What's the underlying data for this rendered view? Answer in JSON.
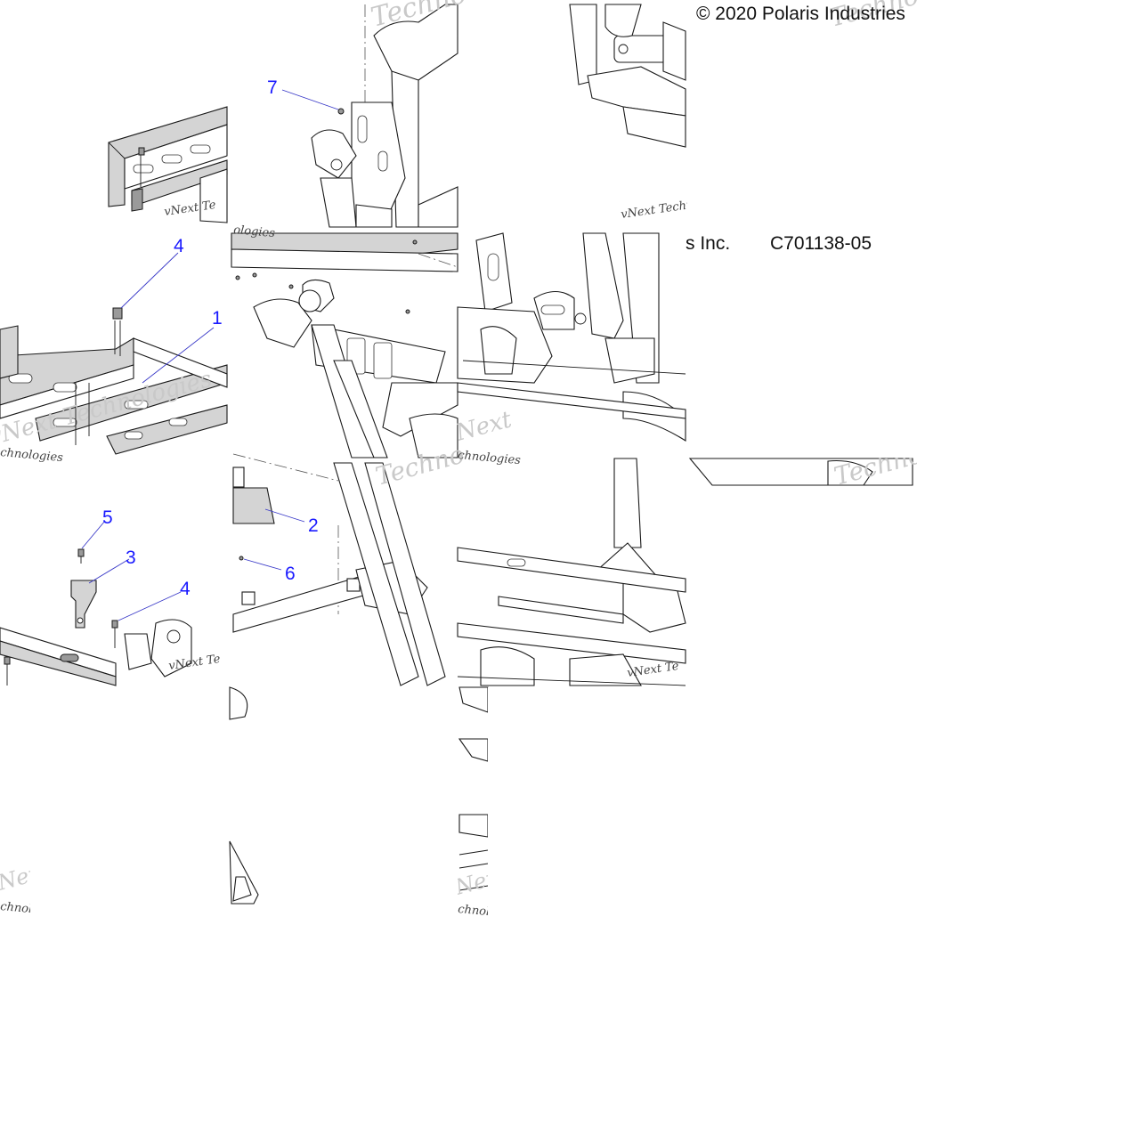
{
  "copyright": "© 2020 Polaris Industries",
  "copyright_fragment": "s Inc.",
  "diagram_code": "C701138-05",
  "watermark": {
    "brand_full": "vNext Technologies",
    "brand_v": "vNext Te",
    "brand_tech": "Techno",
    "brand_next": "Next",
    "brand_nologies": "chnologies",
    "brand_logies": "ologies"
  },
  "callouts": [
    {
      "id": "c1",
      "number": "1",
      "part": "frame"
    },
    {
      "id": "c2",
      "number": "2",
      "part": "bracket"
    },
    {
      "id": "c3",
      "number": "3",
      "part": "bracket"
    },
    {
      "id": "c4a",
      "number": "4",
      "part": "bolt"
    },
    {
      "id": "c4b",
      "number": "4",
      "part": "bolt"
    },
    {
      "id": "c5",
      "number": "5",
      "part": "screw"
    },
    {
      "id": "c6",
      "number": "6",
      "part": "screw"
    },
    {
      "id": "c7",
      "number": "7",
      "part": "nut"
    }
  ],
  "colors": {
    "callout": "#1a1aff",
    "leader": "#3a3ac8",
    "line": "#1a1a1a",
    "fill_gray": "#d4d4d4",
    "watermark": "#c9c9c9"
  }
}
